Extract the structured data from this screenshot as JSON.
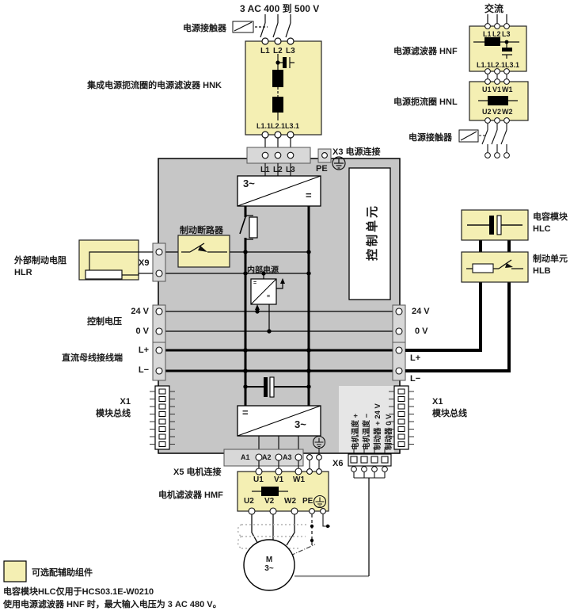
{
  "colors": {
    "optional_yellow": "#f4efb3",
    "module_gray": "#c6c6c6",
    "terminal_gray": "#d8d8d8",
    "panel_gray": "#e6e6e6"
  },
  "top_left": {
    "supply": "3 AC 400 到 500 V",
    "contactor": "电源接触器",
    "hnk_label": "集成电源扼流圈的电源滤波器 HNK",
    "hnk_in": [
      "L1",
      "L2",
      "L3"
    ],
    "hnk_out": [
      "L1.1",
      "L2.1",
      "L3.1"
    ]
  },
  "top_right": {
    "ac": "交流",
    "hnf_label": "电源滤波器 HNF",
    "hnf_in": [
      "L1",
      "L2",
      "L3"
    ],
    "hnf_out": [
      "L1.1",
      "L2.1",
      "L3.1"
    ],
    "hnl_label": "电源扼流圈 HNL",
    "hnl_in": [
      "U1",
      "V1",
      "W1"
    ],
    "hnl_out": [
      "U2",
      "V2",
      "W2"
    ],
    "contactor": "电源接触器"
  },
  "main": {
    "x3_label": "X3 电源连接",
    "x3_terminals": [
      "L1",
      "L2",
      "L3"
    ],
    "pe": "PE",
    "control_unit": "控制单元",
    "rectifier_ac": "3~",
    "rectifier_dc": "=",
    "inverter_dc": "=",
    "inverter_ac": "3~",
    "brake_chopper": "制动断路器",
    "internal_psu": "内部电源",
    "psu_mark": "=",
    "x9": "X9"
  },
  "left": {
    "hlr_line1": "外部制动电阻",
    "hlr_line2": "HLR",
    "control_voltage": "控制电压",
    "v24": "24 V",
    "v0": "0 V",
    "dc_bus": "直流母线接线端",
    "l_plus": "L+",
    "l_minus": "L−",
    "x1_line1": "X1",
    "x1_line2": "模块总线"
  },
  "right": {
    "v24": "24 V",
    "v0": "0 V",
    "l_plus": "L+",
    "l_minus": "L−",
    "x1_line1": "X1",
    "x1_line2": "模块总线",
    "hlc_line1": "电容模块",
    "hlc_line2": "HLC",
    "hlb_line1": "制动单元",
    "hlb_line2": "HLB"
  },
  "bottom": {
    "x5_label": "X5 电机连接",
    "a_terminals": [
      "A1",
      "A2",
      "A3"
    ],
    "hmf_label": "电机滤波器 HMF",
    "hmf_in": [
      "U1",
      "V1",
      "W1"
    ],
    "hmf_out": [
      "U2",
      "V2",
      "W2",
      "PE"
    ],
    "x6": "X6",
    "x6_signals": [
      "电机温度 +",
      "电机温度 −",
      "制动器 + 24 V",
      "制动器 0 V"
    ],
    "motor": "M",
    "motor_type": "3~"
  },
  "footer": {
    "legend": "可选配辅助组件",
    "note1": "电容模块HLC仅用于HCS03.1E-W0210",
    "note2": "使用电源滤波器 HNF 时，最大输入电压为 3 AC 480 V。"
  }
}
